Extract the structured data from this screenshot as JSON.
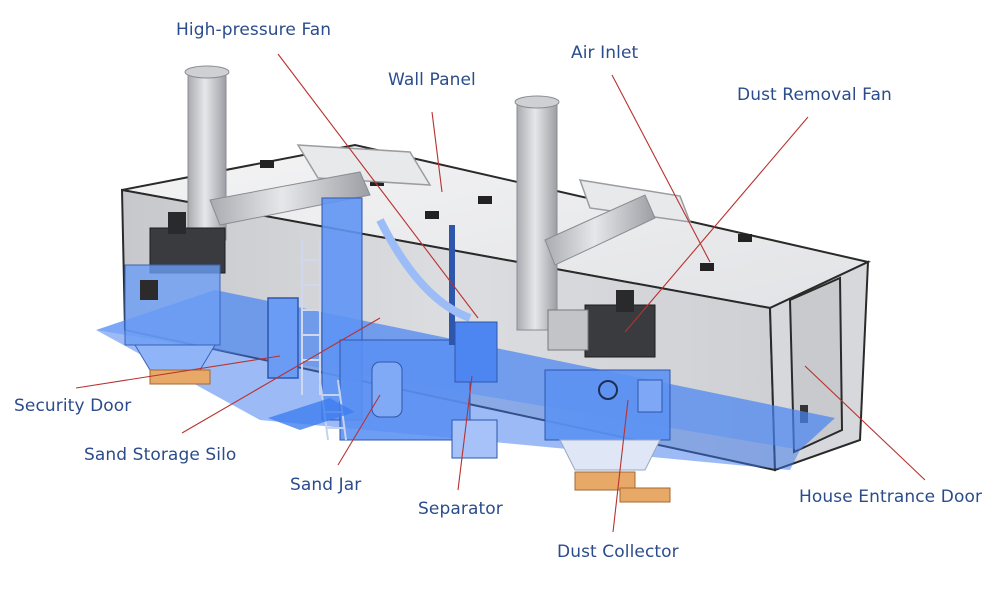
{
  "diagram": {
    "label_color": "#2b4c8c",
    "leader_color": "#b8322f",
    "glass_color": "#3f7ef0",
    "labels": {
      "high_pressure_fan": "High-pressure Fan",
      "wall_panel": "Wall Panel",
      "air_inlet": "Air Inlet",
      "dust_removal_fan": "Dust Removal Fan",
      "security_door": "Security Door",
      "sand_storage_silo": "Sand Storage Silo",
      "sand_jar": "Sand Jar",
      "separator": "Separator",
      "dust_collector": "Dust Collector",
      "house_entrance_door": "House Entrance Door"
    }
  }
}
